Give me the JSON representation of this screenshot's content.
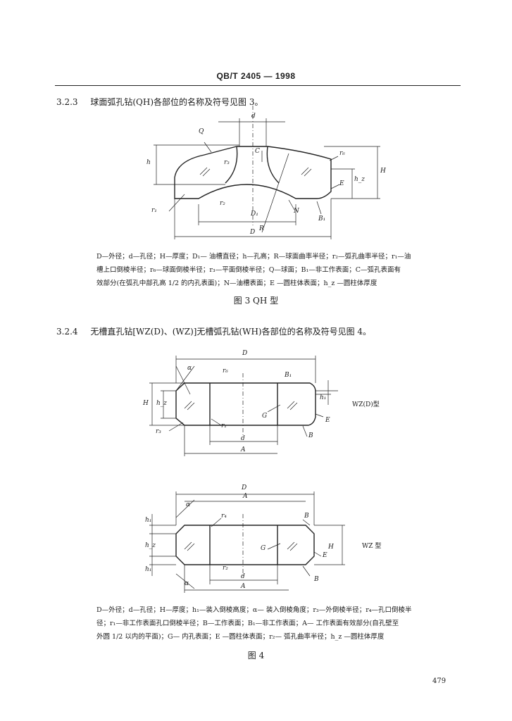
{
  "header": {
    "standard": "QB/T 2405 — 1998"
  },
  "section_323": {
    "number": "3.2.3",
    "text": "球面弧孔钻(QH)各部位的名称及符号见图 3。"
  },
  "figure3": {
    "labels": {
      "d": "d",
      "Q": "Q",
      "C": "C",
      "r6": "r₆",
      "h": "h",
      "H": "H",
      "r3": "r₃",
      "hz": "h_z",
      "E": "E",
      "r2": "r₂",
      "r1": "r₁",
      "N": "N",
      "D1": "D₁",
      "B1": "B₁",
      "R": "R",
      "D": "D"
    },
    "caption_lines": [
      "D—外径；d—孔径；H—厚度；D₁— 油槽直径；h—孔高；R—球面曲率半径；r₂—弧孔曲率半径；r₁—油",
      "槽上口倒棱半径；r₆—球面倒棱半径；r₃—平面倒棱半径；Q—球面；B₁—非工作表面；C—弧孔表面有",
      "效部分(在弧孔中部孔高 1/2 的内孔表面)；N—油槽表面；E —圆柱体表面；h_z —圆柱体厚度"
    ],
    "title": "图 3   QH 型"
  },
  "section_324": {
    "number": "3.2.4",
    "text": "无槽直孔钻[WZ(D)、(WZ)]无槽弧孔钻(WH)各部位的名称及符号见图 4。"
  },
  "figure4a": {
    "type_label": "WZ(D)型",
    "labels": {
      "D": "D",
      "alpha": "α",
      "r6": "r₆",
      "B1": "B₁",
      "H": "H",
      "hz": "h_z",
      "h1": "h₁",
      "G": "G",
      "E": "E",
      "r3": "r₃",
      "r1": "r₁",
      "B": "B",
      "d": "d",
      "A": "A"
    }
  },
  "figure4b": {
    "type_label": "WZ 型",
    "labels": {
      "D": "D",
      "A": "A",
      "alpha": "α",
      "r4": "r₄",
      "B": "B",
      "h1": "h₁",
      "hz": "h_z",
      "G": "G",
      "E": "E",
      "H": "H",
      "r2": "r₂",
      "d": "d"
    }
  },
  "figure4": {
    "caption_lines": [
      "D—外径；d—孔径；H—厚度；h₁—装入倒棱高度；α— 装入倒棱角度；r₃—外倒棱半径；r₄—孔口倒棱半",
      "径；r₁—非工作表面孔口倒棱半径；B—工作表面；B₁—非工作表面；A— 工作表面有效部分(自孔壁至",
      "外圆 1/2 以内的平面)；G— 内孔表面；E —圆柱体表面；r₂— 弧孔曲率半径；h_z —圆柱体厚度"
    ],
    "title": "图 4"
  },
  "page_number": "479"
}
